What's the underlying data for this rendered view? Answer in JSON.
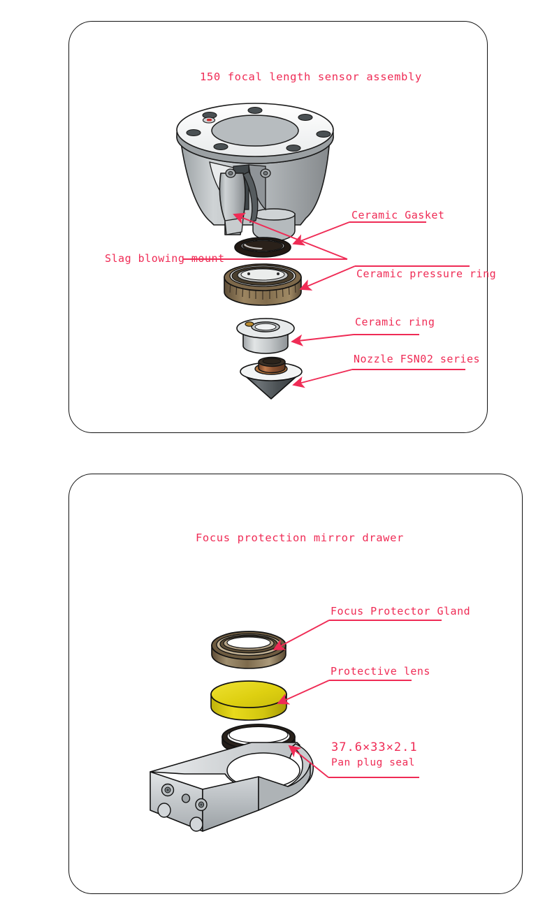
{
  "document": {
    "type": "exploded-assembly-diagram",
    "accent_color": "#ef2b55",
    "line_color": "#111111",
    "background": "#ffffff",
    "panels": 2
  },
  "panel1": {
    "title": "150 focal length sensor assembly",
    "labels": {
      "slag": "Slag blowing mount",
      "gasket": "Ceramic Gasket",
      "pressure_ring": "Ceramic pressure ring",
      "ceramic_ring": "Ceramic ring",
      "nozzle": "Nozzle FSN02 series"
    },
    "parts": [
      {
        "name": "sensor-body",
        "label": "Slag blowing mount",
        "color": "#b9bdc0"
      },
      {
        "name": "ceramic-gasket",
        "label": "Ceramic Gasket",
        "color": "#2b2018"
      },
      {
        "name": "ceramic-pressure-ring",
        "label": "Ceramic pressure ring",
        "color": "#8a7253"
      },
      {
        "name": "ceramic-ring",
        "label": "Ceramic ring",
        "color": "#d3d6d8"
      },
      {
        "name": "nozzle",
        "label": "Nozzle FSN02 series",
        "color": "#5a5f62"
      }
    ]
  },
  "panel2": {
    "title": "Focus protection mirror drawer",
    "labels": {
      "gland": "Focus Protector Gland",
      "lens": "Protective lens",
      "seal_dim": "37.6×33×2.1",
      "seal_name": "Pan plug seal"
    },
    "parts": [
      {
        "name": "focus-protector-gland",
        "label": "Focus Protector Gland",
        "color": "#8c7352"
      },
      {
        "name": "protective-lens",
        "label": "Protective lens",
        "color": "#e2d413"
      },
      {
        "name": "pan-plug-seal",
        "label": "Pan plug seal",
        "color": "#2a2320"
      },
      {
        "name": "drawer-body",
        "label": "drawer body",
        "color": "#c3c7c9"
      }
    ]
  }
}
